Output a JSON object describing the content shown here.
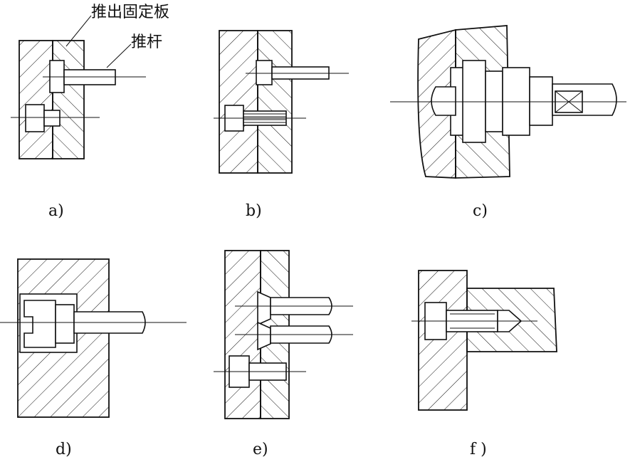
{
  "annotations": {
    "plate": "推出固定板",
    "rod": "推杆"
  },
  "captions": {
    "a": "a)",
    "b": "b)",
    "c": "c)",
    "d": "d)",
    "e": "e)",
    "f": "f )"
  },
  "colors": {
    "ink": "#111111",
    "paper": "#ffffff"
  }
}
